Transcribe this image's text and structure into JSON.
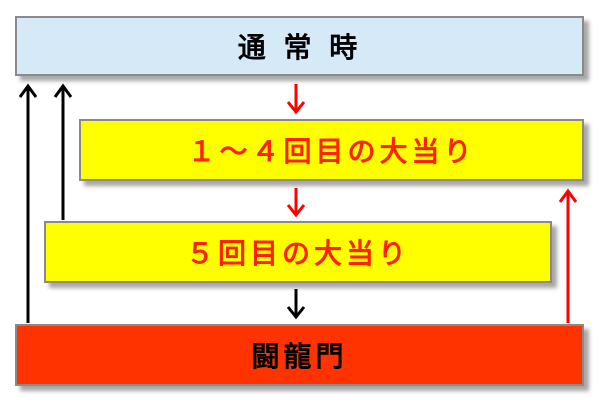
{
  "diagram": {
    "nodes": {
      "normal": "通 常 時",
      "hit_1_to_4": "１～４回目の大当り",
      "hit_5": "５回目の大当り",
      "toryumon": "闘龍門"
    },
    "colors": {
      "normal_fill": "#d6e9f7",
      "hit_fill": "#ffff00",
      "toryumon_fill": "#ff3300",
      "red_text": "#ff2200",
      "black_text": "#000000",
      "red_arrow": "#ff0000",
      "black_arrow": "#000000"
    },
    "edges": [
      {
        "from": "normal",
        "to": "hit_1_to_4",
        "color": "red"
      },
      {
        "from": "hit_1_to_4",
        "to": "hit_5",
        "color": "red"
      },
      {
        "from": "hit_5",
        "to": "toryumon",
        "color": "black"
      },
      {
        "from": "toryumon",
        "to": "hit_1_to_4",
        "color": "red"
      },
      {
        "from": "toryumon",
        "to": "normal",
        "color": "black"
      },
      {
        "from": "hit_5",
        "to": "normal",
        "color": "black"
      }
    ]
  }
}
